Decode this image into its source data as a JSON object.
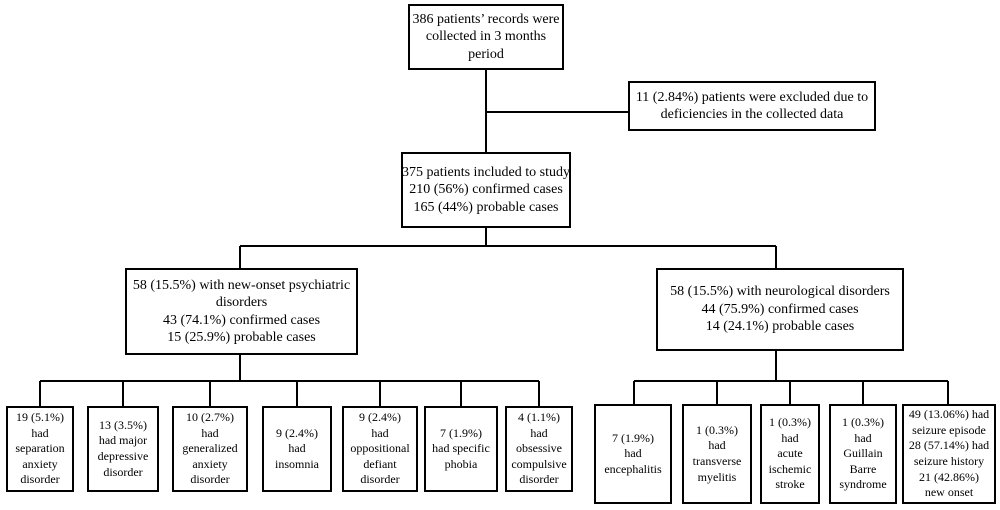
{
  "top": {
    "lines": [
      "386 patients’ records were",
      "collected in 3 months",
      "period"
    ]
  },
  "excluded": {
    "lines": [
      "11 (2.84%) patients were excluded due to",
      "deficiencies in the collected data"
    ]
  },
  "included": {
    "lines": [
      "375 patients included to study",
      "210 (56%) confirmed cases",
      "165 (44%) probable cases"
    ]
  },
  "psychiatric": {
    "lines": [
      "58 (15.5%) with new-onset psychiatric",
      "disorders",
      "43 (74.1%) confirmed cases",
      "15 (25.9%) probable cases"
    ],
    "children": [
      {
        "lines": [
          "19 (5.1%)",
          "had",
          "separation",
          "anxiety",
          "disorder"
        ]
      },
      {
        "lines": [
          "13 (3.5%)",
          "had major",
          "depressive",
          "disorder"
        ]
      },
      {
        "lines": [
          "10 (2.7%)",
          "had",
          "generalized",
          "anxiety",
          "disorder"
        ]
      },
      {
        "lines": [
          "9 (2.4%)",
          "had",
          "insomnia"
        ]
      },
      {
        "lines": [
          "9 (2.4%)",
          "had",
          "oppositional",
          "defiant",
          "disorder"
        ]
      },
      {
        "lines": [
          "7 (1.9%)",
          "had specific",
          "phobia"
        ]
      },
      {
        "lines": [
          "4 (1.1%)",
          "had",
          "obsessive",
          "compulsive",
          "disorder"
        ]
      }
    ]
  },
  "neurological": {
    "lines": [
      "58 (15.5%) with neurological disorders",
      "44 (75.9%) confirmed cases",
      "14 (24.1%) probable cases"
    ],
    "children": [
      {
        "lines": [
          "7 (1.9%)",
          "had",
          "encephalitis"
        ]
      },
      {
        "lines": [
          "1 (0.3%)",
          "had",
          "transverse",
          "myelitis"
        ]
      },
      {
        "lines": [
          "1 (0.3%)",
          "had",
          "acute",
          "ischemic",
          "stroke"
        ]
      },
      {
        "lines": [
          "1 (0.3%)",
          "had",
          "Guillain",
          "Barre",
          "syndrome"
        ]
      },
      {
        "lines": [
          "49 (13.06%) had",
          "seizure episode",
          "28 (57.14%) had",
          "seizure history",
          "21 (42.86%)",
          "new onset"
        ]
      }
    ]
  }
}
